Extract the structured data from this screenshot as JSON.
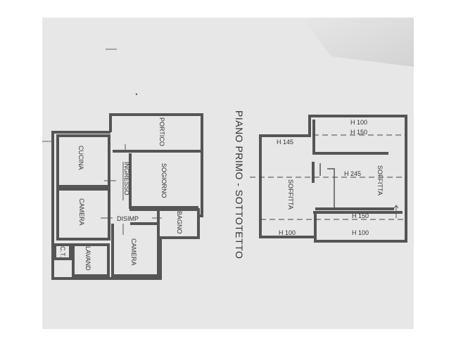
{
  "ground_floor": {
    "rooms": {
      "portico": "PORTICO",
      "cucina": "CUCINA",
      "ingresso": "INGRESSO",
      "sogiorno": "SOGIORNO",
      "camera_1": "CAMERA",
      "disimp": "DISIMP",
      "bagno": "BAGNO",
      "camera_2": "CAMERA",
      "ct": "C.T.",
      "lavand": "LAVAND"
    }
  },
  "attic_floor": {
    "title": "PIANO PRIMO - SOTTOTETTO",
    "rooms": {
      "soffitta_left": "SOFFITTA",
      "soffitta_right": "SOFFITTA"
    },
    "heights": {
      "h100_top": "H 100",
      "h150_top": "H 150",
      "h145": "H 145",
      "h245": "H 245",
      "h150_bottom": "H 150",
      "h100_bottom_left": "H 100",
      "h100_bottom_right": "H 100"
    }
  }
}
